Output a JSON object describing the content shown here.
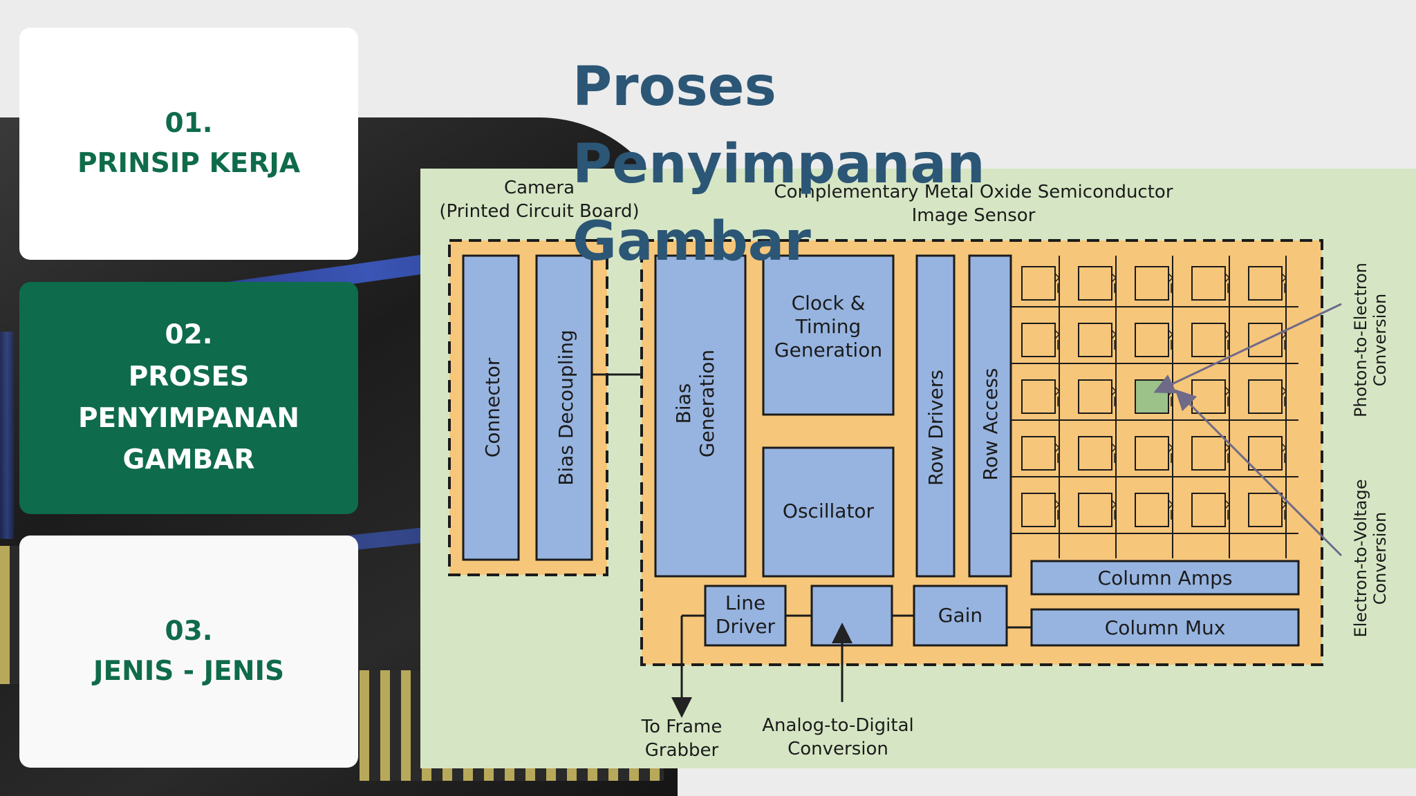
{
  "title": "Proses Penyimpanan Gambar",
  "nav": [
    {
      "number": "01.",
      "label": "PRINSIP KERJA",
      "active": false
    },
    {
      "number": "02.",
      "label": "PROSES PENYIMPANAN GAMBAR",
      "active": true
    },
    {
      "number": "03.",
      "label": "JENIS - JENIS",
      "active": false
    }
  ],
  "diagram": {
    "camera_label_1": "Camera",
    "camera_label_2": "(Printed Circuit Board)",
    "sensor_label_1": "Complementary Metal Oxide Semiconductor",
    "sensor_label_2": "Image Sensor",
    "connector": "Connector",
    "bias_decoupling": "Bias Decoupling",
    "bias_generation_1": "Bias",
    "bias_generation_2": "Generation",
    "clock_1": "Clock &",
    "clock_2": "Timing",
    "clock_3": "Generation",
    "oscillator": "Oscillator",
    "row_drivers": "Row Drivers",
    "row_access": "Row Access",
    "column_amps": "Column Amps",
    "column_mux": "Column Mux",
    "line_driver_1": "Line",
    "line_driver_2": "Driver",
    "gain": "Gain",
    "frame_grabber_1": "To Frame",
    "frame_grabber_2": "Grabber",
    "adc_1": "Analog-to-Digital",
    "adc_2": "Conversion",
    "photon_1": "Photon-to-Electron",
    "photon_2": "Conversion",
    "e2v_1": "Electron-to-Voltage",
    "e2v_2": "Conversion"
  },
  "colors": {
    "accent_green": "#0e6b4b",
    "title_blue": "#2c5676",
    "diagram_bg": "#d6e6c4",
    "board_orange": "#f6c67a",
    "block_blue": "#97b4e0"
  }
}
